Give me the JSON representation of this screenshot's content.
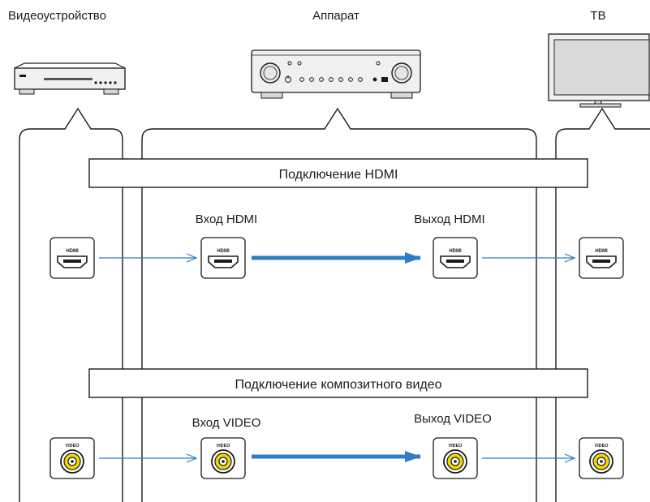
{
  "devices": {
    "source": "Видеоустройство",
    "receiver": "Аппарат",
    "tv": "ТВ"
  },
  "hdmi_section": {
    "title": "Подключение HDMI",
    "input_label": "Вход HDMI",
    "output_label": "Выход HDMI",
    "jack_text": "HDMI"
  },
  "video_section": {
    "title": "Подключение композитного видео",
    "input_label": "Вход VIDEO",
    "output_label": "Выход VIDEO",
    "jack_text": "VIDEO"
  },
  "colors": {
    "line": "#1a1a1a",
    "signal_arrow": "#2f7dc2",
    "rca_yellow": "#f2d600",
    "device_fill": "#f0f0f0"
  }
}
